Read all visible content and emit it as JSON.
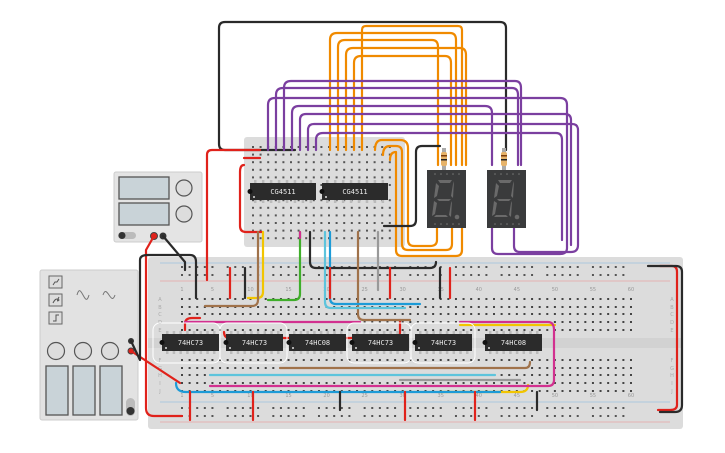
{
  "canvas": {
    "background": "#ffffff"
  },
  "main_breadboard": {
    "column_numbers": [
      "1",
      "5",
      "10",
      "15",
      "20",
      "25",
      "30",
      "35",
      "40",
      "45",
      "50",
      "55",
      "60"
    ],
    "row_letters_top": [
      "A",
      "B",
      "C",
      "D",
      "E"
    ],
    "row_letters_bottom": [
      "F",
      "G",
      "H",
      "I",
      "J"
    ],
    "chips": [
      {
        "label": "74HC73"
      },
      {
        "label": "74HC73"
      },
      {
        "label": "74HC08"
      },
      {
        "label": "74HC73"
      },
      {
        "label": "74HC73"
      },
      {
        "label": "74HC08"
      }
    ]
  },
  "small_breadboard": {
    "chips": [
      {
        "label": "CG4511"
      },
      {
        "label": "CG4511"
      }
    ]
  },
  "displays": [
    {
      "type": "7-segment"
    },
    {
      "type": "7-segment"
    }
  ],
  "power_supply": {
    "switch": "off"
  },
  "function_generator": {
    "waveforms": [
      "sine",
      "triangle",
      "square"
    ]
  },
  "colors": {
    "red": "#e0221b",
    "black": "#2a2a2a",
    "orange": "#f08a00",
    "purple": "#7b3fa0",
    "magenta": "#d2308f",
    "blue": "#1d9bd7",
    "cyan": "#5ec4dc",
    "brown": "#a0724a",
    "yellow": "#f2c500",
    "green": "#3fae2a",
    "grey": "#999999"
  }
}
